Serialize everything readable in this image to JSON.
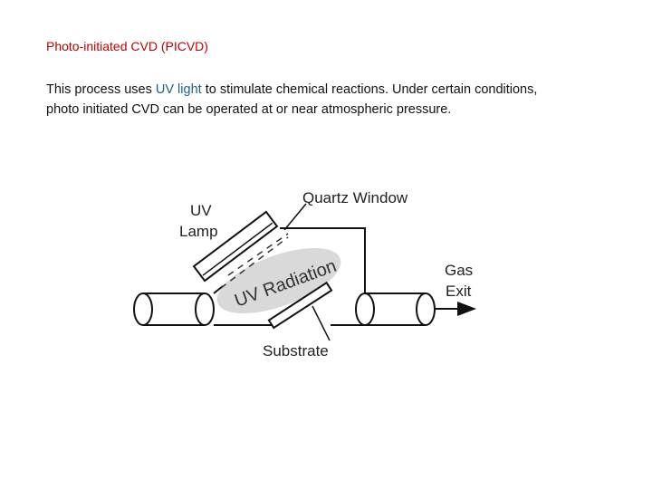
{
  "slide": {
    "title": "Photo-initiated CVD (PICVD)",
    "paragraph_before": "This process uses ",
    "highlight": "UV light",
    "paragraph_after": " to stimulate chemical reactions. Under certain conditions, photo initiated CVD can be operated at or near atmospheric pressure."
  },
  "diagram": {
    "labels": {
      "quartz_window": "Quartz Window",
      "uv_lamp_line1": "UV",
      "uv_lamp_line2": "Lamp",
      "radiation": "UV Radiation",
      "gas_line1": "Gas",
      "gas_line2": "Exit",
      "substrate": "Substrate"
    }
  },
  "colors": {
    "title": "#c00000",
    "highlight": "#1f5f8b",
    "radiation_fill": "#d9d9d9"
  }
}
